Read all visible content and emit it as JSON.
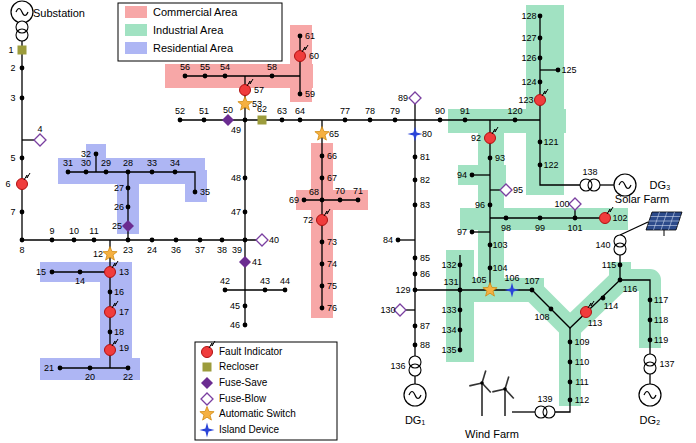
{
  "diagram": {
    "labels": [
      "Substation",
      "DG₃",
      "DG₁",
      "DG₂",
      "Solar Farm",
      "Wind Farm",
      "1",
      "2",
      "3",
      "4",
      "5",
      "6",
      "7",
      "8",
      "9",
      "10",
      "11",
      "12",
      "13",
      "14",
      "15",
      "16",
      "17",
      "18",
      "19",
      "20",
      "21",
      "22",
      "23",
      "24",
      "25",
      "26",
      "27",
      "28",
      "29",
      "30",
      "31",
      "32",
      "33",
      "34",
      "35",
      "36",
      "37",
      "38",
      "39",
      "40",
      "41",
      "42",
      "43",
      "44",
      "45",
      "46",
      "47",
      "48",
      "49",
      "50",
      "51",
      "52",
      "53",
      "54",
      "55",
      "56",
      "57",
      "58",
      "59",
      "60",
      "61",
      "62",
      "63",
      "64",
      "65",
      "66",
      "67",
      "68",
      "69",
      "70",
      "71",
      "72",
      "73",
      "74",
      "75",
      "76",
      "77",
      "78",
      "79",
      "80",
      "81",
      "82",
      "83",
      "84",
      "85",
      "86",
      "87",
      "88",
      "89",
      "90",
      "91",
      "92",
      "93",
      "94",
      "95",
      "96",
      "97",
      "98",
      "99",
      "100",
      "101",
      "102",
      "103",
      "104",
      "105",
      "106",
      "107",
      "108",
      "109",
      "110",
      "111",
      "112",
      "113",
      "114",
      "115",
      "116",
      "117",
      "118",
      "119",
      "120",
      "121",
      "122",
      "123",
      "124",
      "125",
      "126",
      "127",
      "128",
      "129",
      "130",
      "131",
      "132",
      "133",
      "134",
      "135",
      "136",
      "137",
      "138",
      "139",
      "140"
    ],
    "legend": [
      {
        "text": "Commercial Area",
        "color": "#f7a7a7"
      },
      {
        "text": "Industrial Area",
        "color": "#a1e2c2"
      },
      {
        "text": "Residential Area",
        "color": "#aeb6f4"
      },
      {
        "text": "Fault Indicator"
      },
      {
        "text": "Recloser"
      },
      {
        "text": "Fuse-Save"
      },
      {
        "text": "Fuse-Blow"
      },
      {
        "text": "Automatic Switch"
      },
      {
        "text": "Island Device"
      }
    ]
  }
}
